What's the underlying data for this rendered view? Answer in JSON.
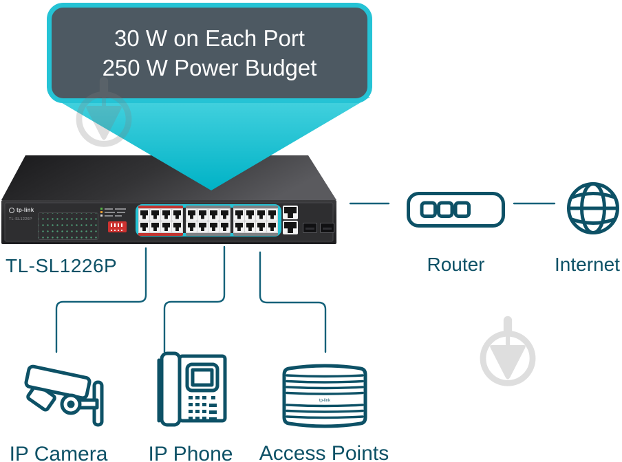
{
  "callout": {
    "line1": "30 W on Each Port",
    "line2": "250 W Power Budget"
  },
  "switch": {
    "model_label": "TL-SL1226P",
    "brand": "tp-link",
    "faceplate_model": "TL-SL1226P",
    "poe_port_count": 24,
    "port_groups": [
      {
        "ports": 8,
        "poe_priority": true
      },
      {
        "ports": 8,
        "poe_priority": false
      },
      {
        "ports": 8,
        "poe_priority": false
      }
    ],
    "uplink_ports": 2,
    "sfp_slots": 2
  },
  "router": {
    "label": "Router"
  },
  "internet": {
    "label": "Internet"
  },
  "devices": [
    {
      "id": "ip-camera",
      "label": "IP Camera"
    },
    {
      "id": "ip-phone",
      "label": "IP Phone"
    },
    {
      "id": "access-points",
      "label": "Access Points",
      "brand_mark": "tp-link"
    }
  ],
  "colors": {
    "accent_teal": "#25c3d5",
    "dark_teal": "#0d5166",
    "callout_bg": "#4d5962",
    "poe_strip_red": "#c4342f"
  }
}
